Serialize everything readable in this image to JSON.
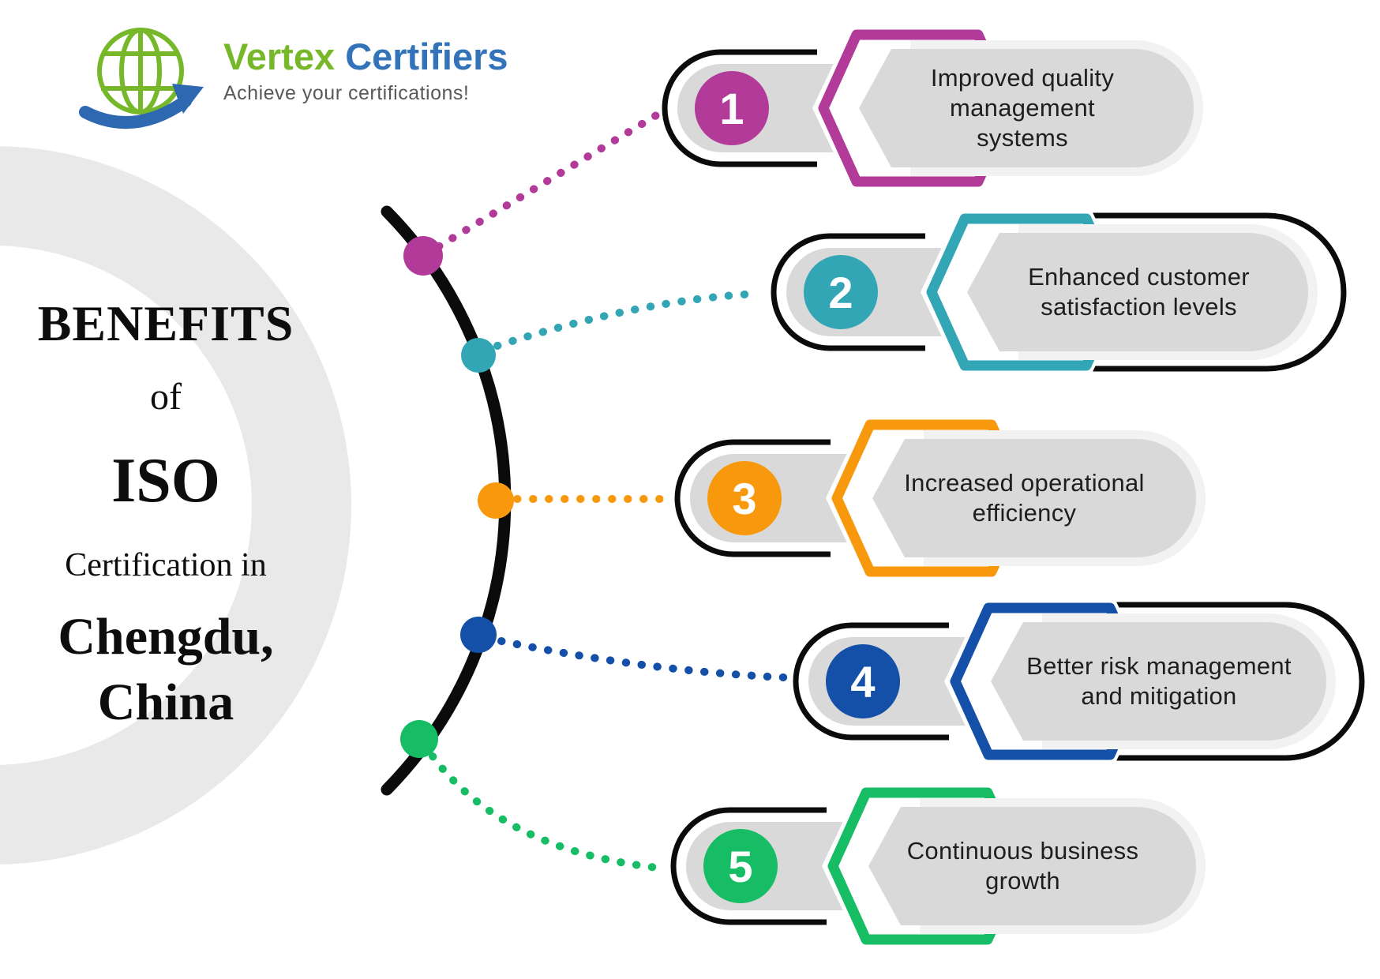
{
  "brand": {
    "name_primary": "Vertex",
    "name_secondary": "Certifiers",
    "tagline": "Achieve your certifications!",
    "logo_green": "#76b82a",
    "logo_blue": "#2e68b0"
  },
  "title": {
    "line1": "BENEFITS",
    "line2": "of",
    "line3": "ISO",
    "line4": "Certification in",
    "line5": "Chengdu,",
    "line6": "China"
  },
  "items": [
    {
      "number": "1",
      "label": "Improved quality\nmanagement\nsystems",
      "color": "#b23b9a"
    },
    {
      "number": "2",
      "label": "Enhanced customer\nsatisfaction levels",
      "color": "#33a6b5"
    },
    {
      "number": "3",
      "label": "Increased operational\nefficiency",
      "color": "#f8990d"
    },
    {
      "number": "4",
      "label": "Better risk management\nand mitigation",
      "color": "#1450a8"
    },
    {
      "number": "5",
      "label": "Continuous  business\ngrowth",
      "color": "#16bd64"
    }
  ],
  "colors": {
    "outline_black": "#0b0b0b",
    "pill_gray": "#d9d9d9",
    "halo_gray": "#f2f2f2",
    "ring_gray": "#e9e9e9",
    "label_text": "#1e1e1e",
    "background": "#ffffff"
  }
}
